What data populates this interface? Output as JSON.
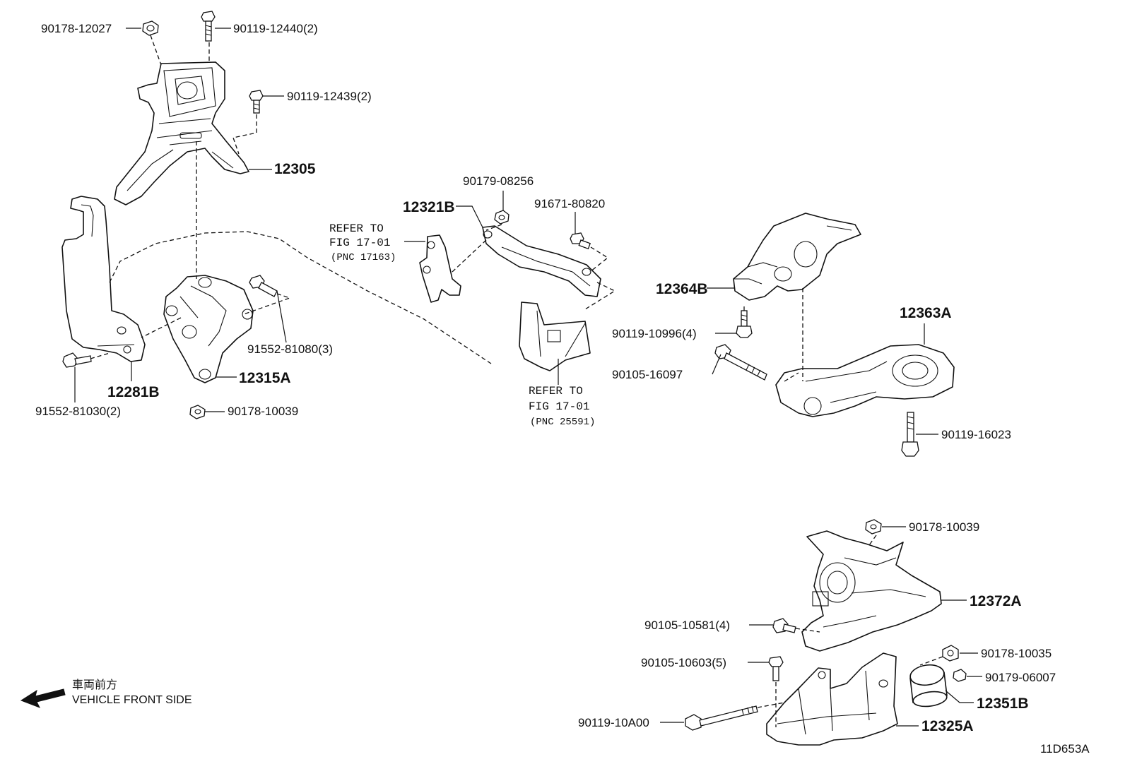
{
  "labels": {
    "p_90178_12027": "90178-12027",
    "p_90119_12440": "90119-12440(2)",
    "p_90119_12439": "90119-12439(2)",
    "p_12305": "12305",
    "p_90179_08256": "90179-08256",
    "p_12321B": "12321B",
    "p_91671_80820": "91671-80820",
    "p_12364B": "12364B",
    "p_91552_81080": "91552-81080(3)",
    "p_12315A": "12315A",
    "p_12281B": "12281B",
    "p_91552_81030": "91552-81030(2)",
    "p_90178_10039_left": "90178-10039",
    "p_90119_10996": "90119-10996(4)",
    "p_90105_16097": "90105-16097",
    "p_12363A": "12363A",
    "p_90119_16023": "90119-16023",
    "p_90178_10039_right": "90178-10039",
    "p_12372A": "12372A",
    "p_90105_10581": "90105-10581(4)",
    "p_90105_10603": "90105-10603(5)",
    "p_90178_10035": "90178-10035",
    "p_90179_06007": "90179-06007",
    "p_12351B": "12351B",
    "p_90119_10A00": "90119-10A00",
    "p_12325A": "12325A"
  },
  "refer_upper": {
    "line1": "REFER TO",
    "line2": "FIG 17-01",
    "line3": "(PNC 17163)"
  },
  "refer_lower": {
    "line1": "REFER TO",
    "line2": "FIG 17-01",
    "line3": "(PNC 25591)"
  },
  "legend": {
    "japanese": "車両前方",
    "english": "VEHICLE FRONT SIDE",
    "arrow_icon": "arrow-left-icon"
  },
  "diagram_code": "11D653A"
}
